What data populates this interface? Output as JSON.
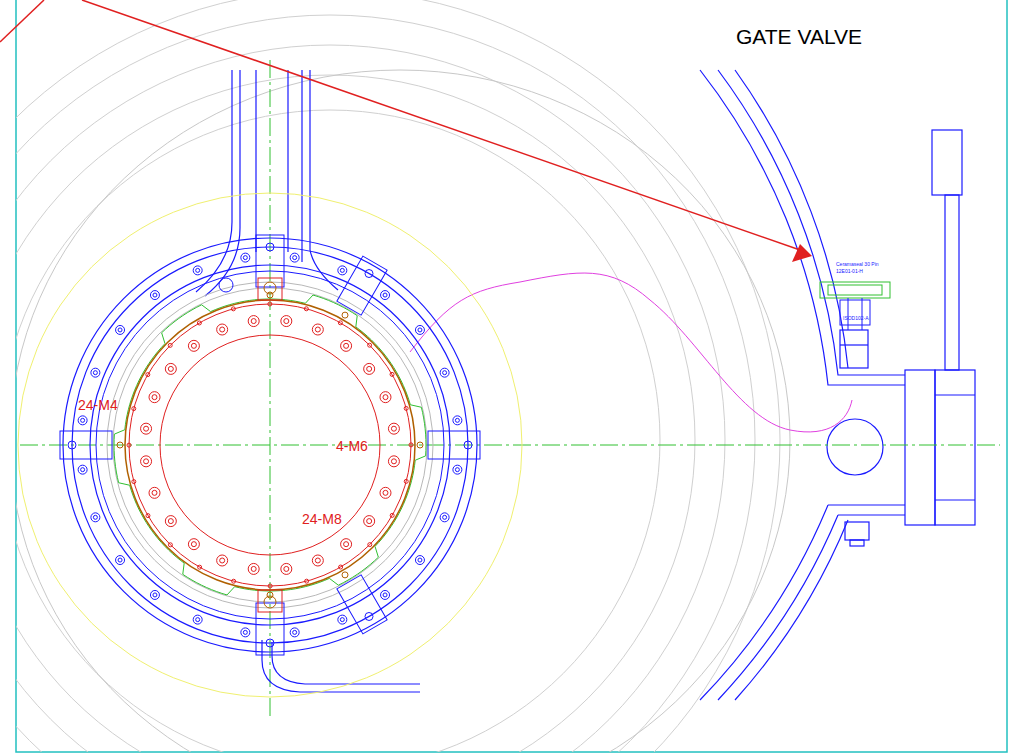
{
  "diagram": {
    "labels": [
      "GATE VALVE",
      "24-M4",
      "4-M6",
      "24-M8",
      "Ceramaseal 30 Pin",
      "12E01-01-H",
      "ISOD102-A"
    ]
  }
}
